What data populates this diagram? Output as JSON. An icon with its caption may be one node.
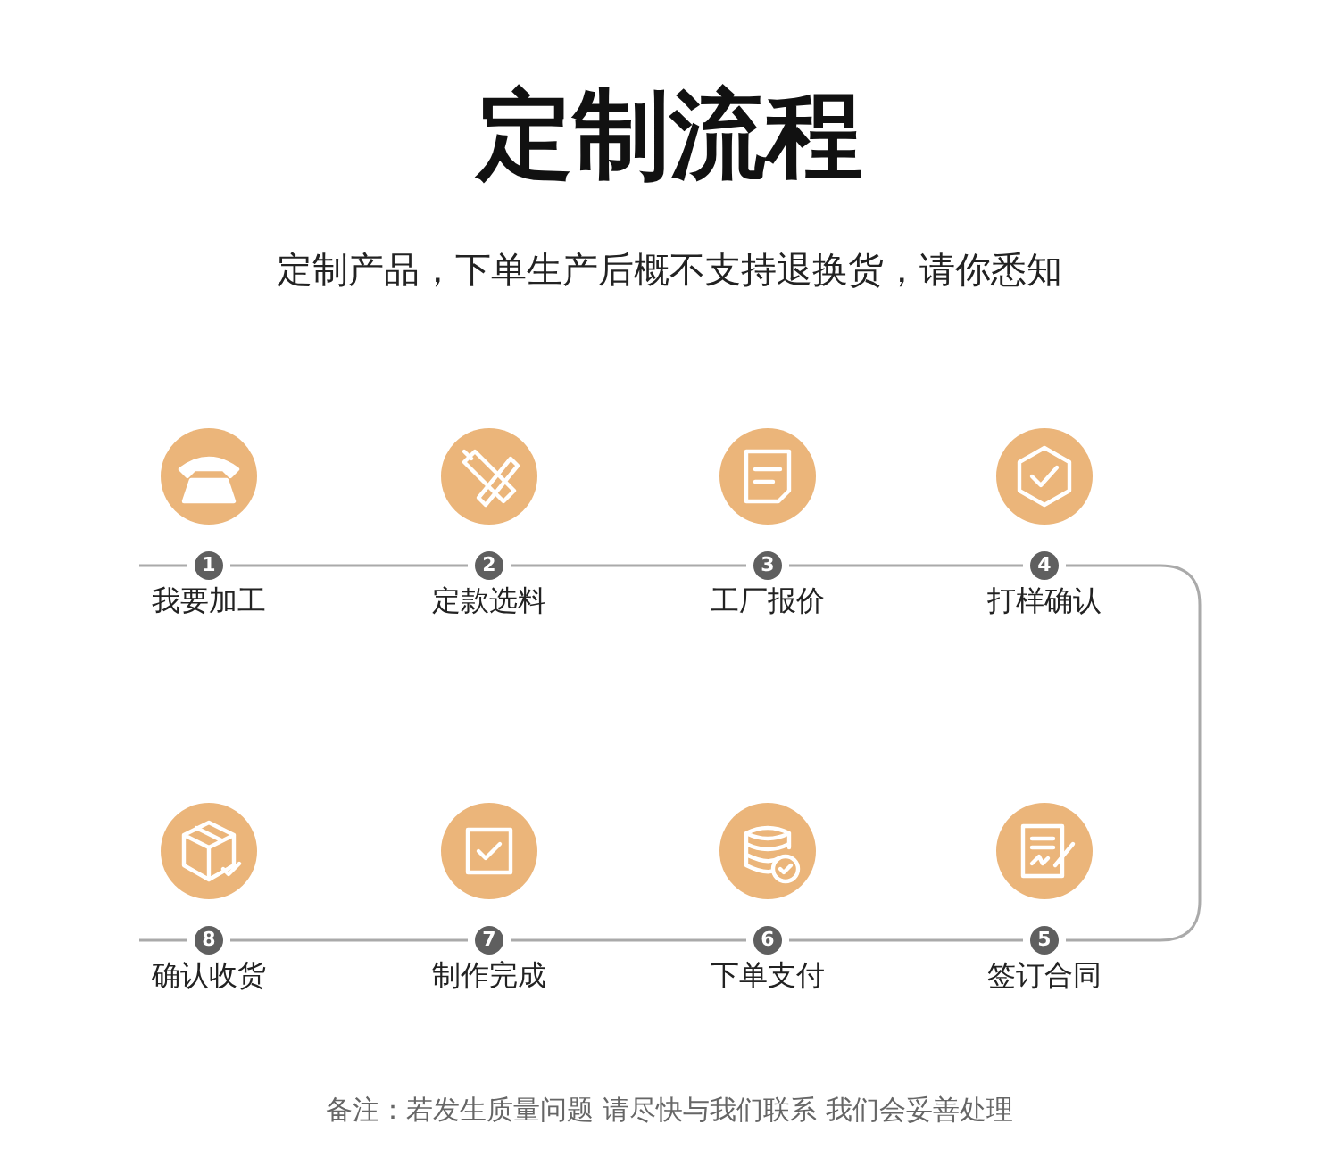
{
  "diagram": {
    "title": "定制流程",
    "nodes": [
      {
        "text": [
          "1"
        ],
        "beside": [
          "我要加工"
        ]
      },
      {
        "text": [
          "2"
        ],
        "beside": [
          "定款选料"
        ]
      },
      {
        "text": [
          "3"
        ],
        "beside": [
          "工厂报价"
        ]
      },
      {
        "text": [
          "4"
        ],
        "beside": [
          "打样确认"
        ]
      },
      {
        "text": [
          "5"
        ],
        "beside": [
          "签订合同"
        ]
      },
      {
        "text": [
          "6"
        ],
        "beside": [
          "下单支付"
        ]
      },
      {
        "text": [
          "7"
        ],
        "beside": [
          "制作完成"
        ]
      },
      {
        "text": [
          "8"
        ],
        "beside": [
          "确认收货"
        ]
      }
    ],
    "edges": [
      {
        "from": null,
        "to": 0,
        "arrow": "none"
      },
      {
        "from": 0,
        "to": 1,
        "arrow": "none"
      },
      {
        "from": 1,
        "to": 2,
        "arrow": "none"
      },
      {
        "from": 2,
        "to": 3,
        "arrow": "none"
      },
      {
        "from": 3,
        "to": 4,
        "arrow": "none"
      },
      {
        "from": 4,
        "to": 5,
        "arrow": "none"
      },
      {
        "from": 5,
        "to": 6,
        "arrow": "none"
      },
      {
        "from": 6,
        "to": 7,
        "arrow": "none"
      },
      {
        "from": 7,
        "to": null,
        "arrow": "none"
      }
    ],
    "labels": [
      "定制产品，下单生产后概不支持退换货，请你悉知",
      "备注：若发生质量问题 请尽快与我们联系 我们会妥善处理"
    ]
  }
}
